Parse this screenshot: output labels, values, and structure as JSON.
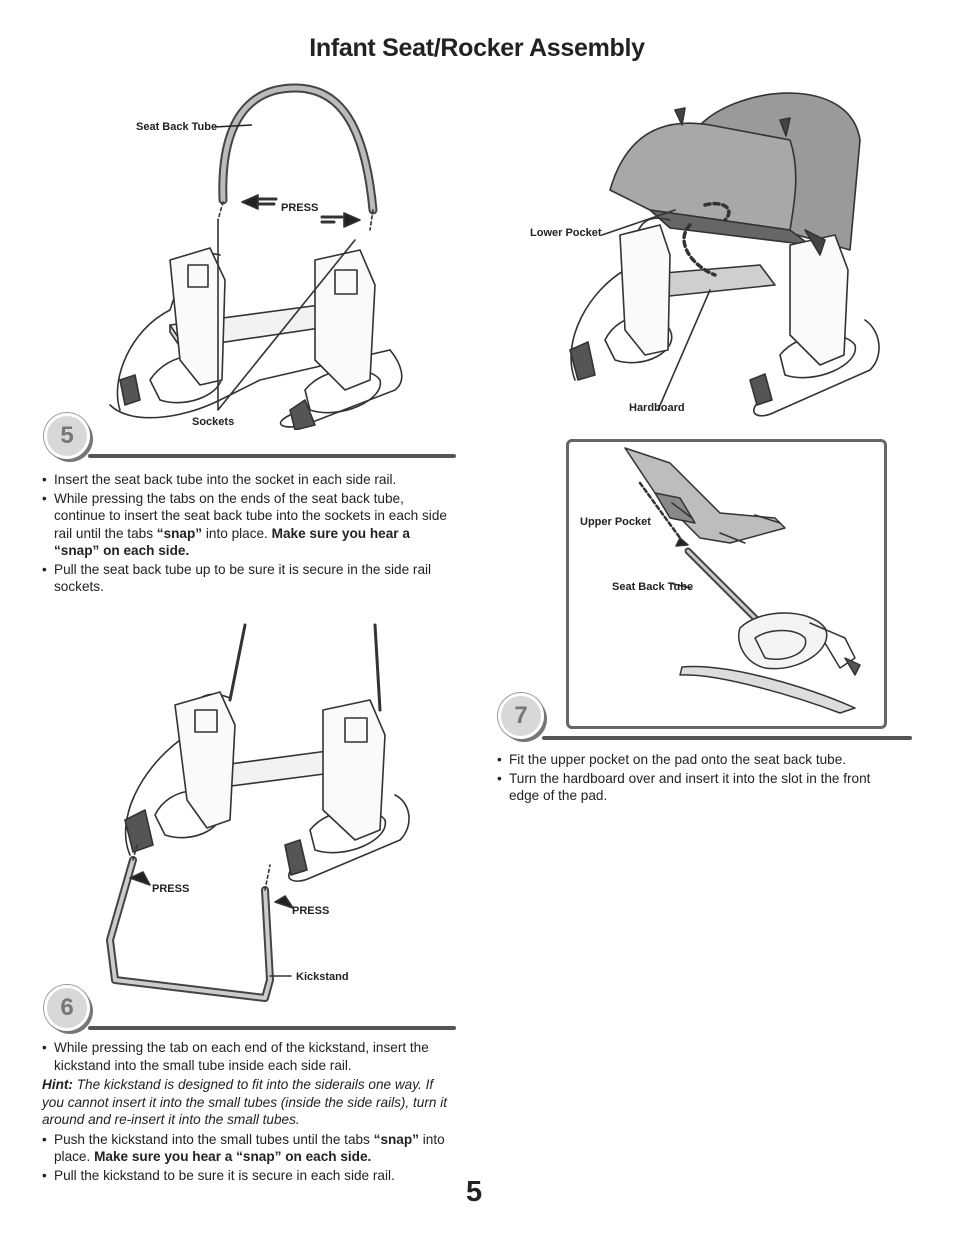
{
  "title": "Infant Seat/Rocker Assembly",
  "page_number": "5",
  "steps": {
    "s5": {
      "number": "5",
      "labels": {
        "seat_back_tube": "Seat Back Tube",
        "press": "PRESS",
        "sockets": "Sockets"
      },
      "bullets": [
        {
          "plain": "Insert the seat back tube into the socket in each side rail."
        },
        {
          "pre": "While pressing the tabs on the ends of the seat back tube, continue to insert the seat back tube into the sockets in each side rail until the tabs ",
          "bold1": "“snap”",
          "mid": " into place. ",
          "bold2": "Make sure you hear a “snap” on each side."
        },
        {
          "plain": "Pull the seat back tube up to be sure it is secure in the side rail sockets."
        }
      ]
    },
    "s6": {
      "number": "6",
      "labels": {
        "press_left": "PRESS",
        "press_right": "PRESS",
        "kickstand": "Kickstand"
      },
      "bullet1": "While pressing the tab on each end of the kickstand, insert the kickstand into the small tube inside each side rail.",
      "hint_label": "Hint:",
      "hint_text": " The kickstand is designed to fit into the siderails one way. If you cannot insert it into the small tubes (inside the side rails), turn it around and re-insert it into the small tubes.",
      "bullet2": {
        "pre": "Push the kickstand into the small tubes until the tabs ",
        "bold1": "“snap”",
        "mid": " into place. ",
        "bold2": "Make sure you hear a “snap” on each side."
      },
      "bullet3": "Pull the kickstand to be sure it is secure in each side rail."
    },
    "s7": {
      "number": "7",
      "labels": {
        "lower_pocket": "Lower Pocket",
        "hardboard": "Hardboard",
        "upper_pocket": "Upper Pocket",
        "seat_back_tube": "Seat Back Tube"
      },
      "bullets": [
        "Fit the upper pocket on the pad onto the seat back tube.",
        "Turn the hardboard over and insert it into the slot in the front edge of the pad."
      ]
    }
  }
}
